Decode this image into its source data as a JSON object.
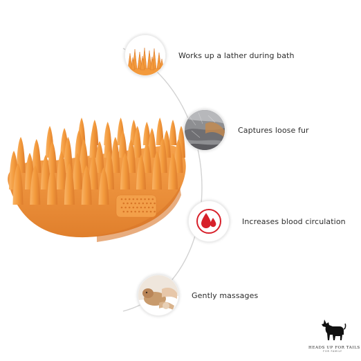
{
  "features": [
    {
      "label": "Works up a lather during bath",
      "icon": "brush-bristles-icon"
    },
    {
      "label": "Captures loose fur",
      "icon": "fur-icon"
    },
    {
      "label": "Increases blood circulation",
      "icon": "blood-drop-icon"
    },
    {
      "label": "Gently massages",
      "icon": "dog-massage-icon"
    }
  ],
  "brand": {
    "name": "HEADS UP FOR TAILS",
    "tagline": "FOR FAMILY",
    "logo_icon": "dog-silhouette-icon"
  },
  "colors": {
    "brush_orange": "#f39a3c",
    "brush_dark": "#d9772a",
    "drop_red": "#d7202a",
    "arc_gray": "#cfcfcf"
  }
}
